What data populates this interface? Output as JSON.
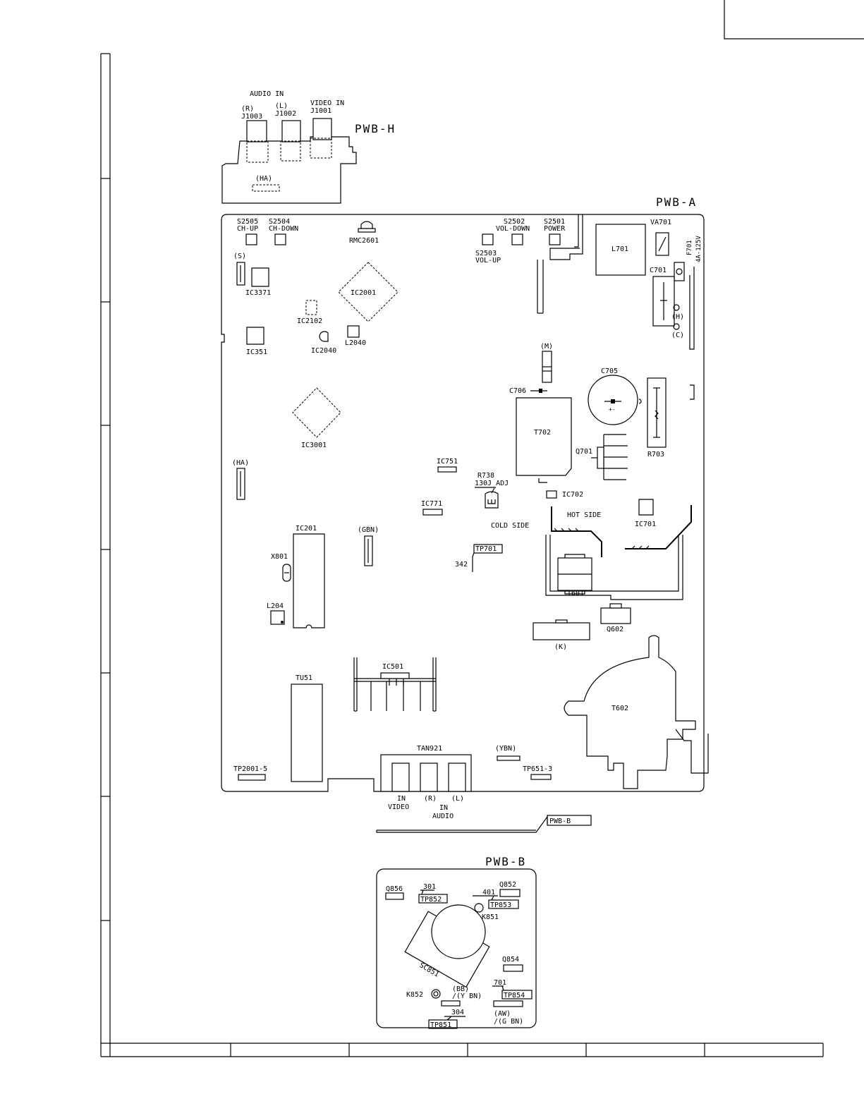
{
  "boards": {
    "pwb_h": {
      "title": "PWB-H",
      "labels": {
        "audio_in": "AUDIO IN",
        "video_in": "VIDEO IN",
        "r": "(R)",
        "l": "(L)",
        "j1003": "J1003",
        "j1002": "J1002",
        "j1001": "J1001",
        "ha": "(HA)"
      }
    },
    "pwb_a": {
      "title": "PWB-A",
      "labels": {
        "s2505": "S2505",
        "ch_up": "CH-UP",
        "s2504": "S2504",
        "ch_down": "CH-DOWN",
        "rmc2601": "RMC2601",
        "s2502": "S2502",
        "vol_down": "VOL-DOWN",
        "s2501": "S2501",
        "power": "POWER",
        "s2503": "S2503",
        "vol_up": "VOL-UP",
        "l701": "L701",
        "va701": "VA701",
        "f701": "F701",
        "f701_rating": "4A-125V",
        "c701": "C701",
        "h": "(H)",
        "c": "(C)",
        "s": "(S)",
        "ic3371": "IC3371",
        "ic2001": "IC2001",
        "ic2102": "IC2102",
        "ic2040": "IC2040",
        "l2040": "L2040",
        "ic351": "IC351",
        "m": "(M)",
        "c705": "C705",
        "c706": "C706",
        "ic3001": "IC3001",
        "t702": "T702",
        "q701": "Q701",
        "r703": "R703",
        "ha": "(HA)",
        "ic751": "IC751",
        "r738": "R738",
        "r738_adj": "130J ADJ",
        "ic702": "IC702",
        "ic771": "IC771",
        "hot_side": "HOT SIDE",
        "cold_side": "COLD SIDE",
        "ic701": "IC701",
        "ic201": "IC201",
        "gbn": "(GBN)",
        "x801": "X801",
        "tp701": "TP701",
        "tp701_val": "342",
        "t601": "T601",
        "l204": "L204",
        "q602": "Q602",
        "k": "(K)",
        "ic501": "IC501",
        "tu51": "TU51",
        "t602": "T602",
        "tan921": "TAN921",
        "ybn": "(YBN)",
        "tp651_3": "TP651-3",
        "tp2001_5": "TP2001-5",
        "in_video_1": "IN",
        "in_video_2": "VIDEO",
        "r_in": "(R)",
        "l_in": "(L)",
        "in_audio_1": "IN",
        "in_audio_2": "AUDIO",
        "pwb_b_ref": "PWB-B"
      }
    },
    "pwb_b": {
      "title": "PWB-B",
      "labels": {
        "q856": "Q856",
        "tp852_val": "301",
        "tp852": "TP852",
        "q852": "Q852",
        "tp853_val": "401",
        "tp853": "TP853",
        "k851": "K851",
        "sc851": "SC851",
        "q854": "Q854",
        "k852": "K852",
        "bb": "(BB)",
        "y_bn": "/(Y BN)",
        "tp854_val": "701",
        "tp854": "TP854",
        "tp851_val": "304",
        "tp851": "TP851",
        "aw": "(AW)",
        "g_bn": "/(G BN)"
      }
    }
  }
}
